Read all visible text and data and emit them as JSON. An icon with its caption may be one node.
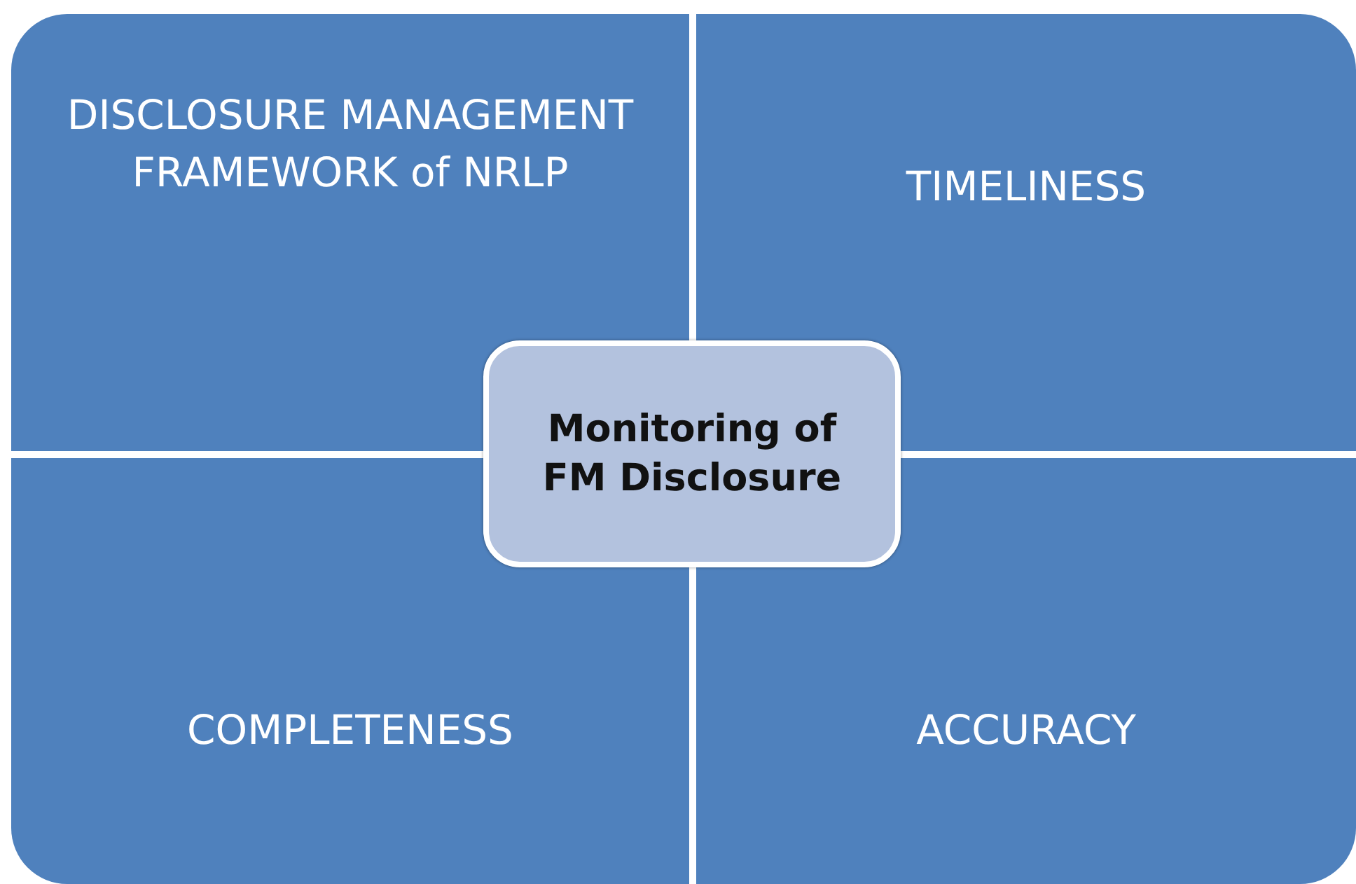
{
  "diagram": {
    "nodes": [
      {
        "text": [
          "DISCLOSURE MANAGEMENT FRAMEWORK of NRLP"
        ]
      },
      {
        "text": [
          "TIMELINESS"
        ]
      },
      {
        "text": [
          "COMPLETENESS"
        ]
      },
      {
        "text": [
          "ACCURACY"
        ]
      },
      {
        "text": [
          "Monitoring of FM Disclosure"
        ]
      }
    ]
  }
}
